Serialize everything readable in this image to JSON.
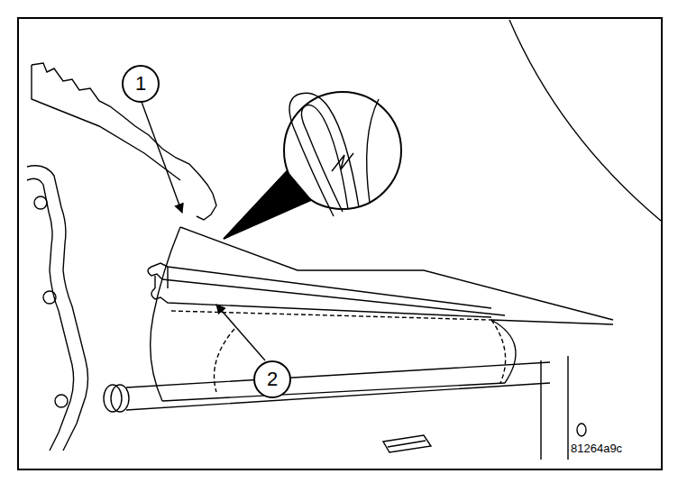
{
  "diagram": {
    "nodes": [
      {
        "text": [
          "1"
        ]
      },
      {
        "text": [
          "2"
        ]
      }
    ],
    "labels": [
      "81264a9c"
    ]
  }
}
